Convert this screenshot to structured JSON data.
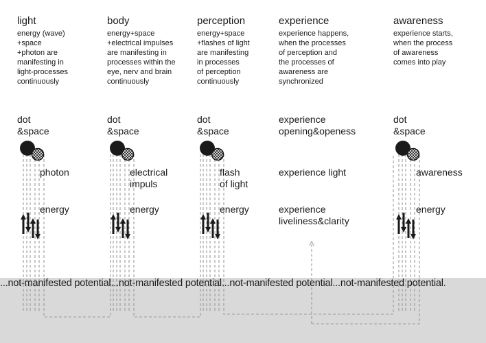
{
  "columns": [
    {
      "title": "light",
      "description": "energy (wave)\n+space\n+photon are\nmanifesting in\nlight-processes\ncontinuously",
      "stack": [
        {
          "text": "dot\n&space"
        },
        {
          "text": "photon"
        },
        {
          "text": "energy"
        }
      ]
    },
    {
      "title": "body",
      "description": "energy+space\n+electrical impulses\nare manifesting in\nprocesses within the\neye, nerv and brain\ncontinuously",
      "stack": [
        {
          "text": "dot\n&space"
        },
        {
          "text": "electrical\nimpuls"
        },
        {
          "text": "energy"
        }
      ]
    },
    {
      "title": "perception",
      "description": "energy+space\n+flashes of light\nare manifesting\nin processes\nof perception\ncontinuously",
      "stack": [
        {
          "text": "dot\n&space"
        },
        {
          "text": "flash\nof light"
        },
        {
          "text": "energy"
        }
      ]
    },
    {
      "title": "experience",
      "description": "experience happens,\nwhen the processes\nof perception and\nthe processes of\nawareness are\nsynchronized",
      "stack": [
        {
          "text": "experience\nopening&openess"
        },
        {
          "text": "experience light"
        },
        {
          "text": "experience\nliveliness&clarity"
        }
      ]
    },
    {
      "title": "awareness",
      "description": "experience starts,\nwhen the process\nof awareness\ncomes into play",
      "stack": [
        {
          "text": "dot\n&space"
        },
        {
          "text": "awareness"
        },
        {
          "text": "energy"
        }
      ]
    }
  ],
  "ground_text": "...not-manifested potential...not-manifested potential...not-manifested potential...not-manifested potential.",
  "colors": {
    "ground": "#d9d9d9",
    "ink": "#1a1a1a",
    "dashed_line": "#9a9a9a"
  },
  "icons": [
    "dot-icon",
    "crosshatched-circle-icon",
    "up-arrow-icon",
    "down-arrow-icon"
  ]
}
